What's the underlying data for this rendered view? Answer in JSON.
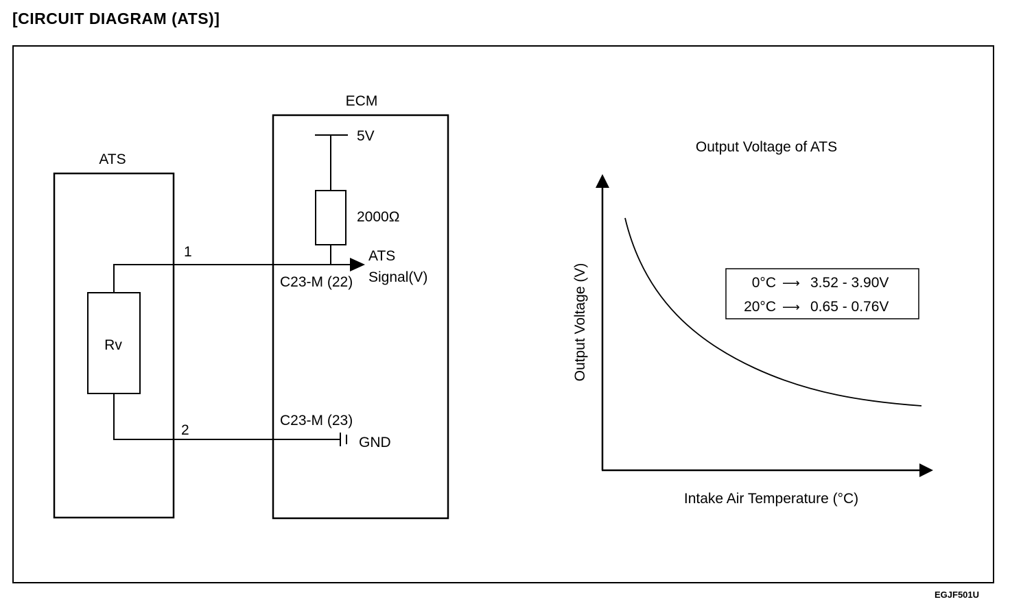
{
  "title": "[CIRCUIT DIAGRAM (ATS)]",
  "doc_code": "EGJF501U",
  "circuit": {
    "sensor_label": "ATS",
    "resistor_label": "Rv",
    "ecm_label": "ECM",
    "supply_label": "5V",
    "pullup_label": "2000Ω",
    "wire1_label": "1",
    "wire2_label": "2",
    "signal_line1": "ATS",
    "signal_line2": "Signal(V)",
    "pin_signal": "C23-M (22)",
    "pin_ground": "C23-M (23)",
    "ground_label": "GND"
  },
  "graph": {
    "title": "Output Voltage of ATS",
    "y_label": "Output Voltage (V)",
    "x_label": "Intake Air Temperature (°C)",
    "spec_rows": [
      {
        "temp": "0°C",
        "arrow": "⟶",
        "range": "3.52 - 3.90V"
      },
      {
        "temp": "20°C",
        "arrow": "⟶",
        "range": "0.65 - 0.76V"
      }
    ]
  }
}
